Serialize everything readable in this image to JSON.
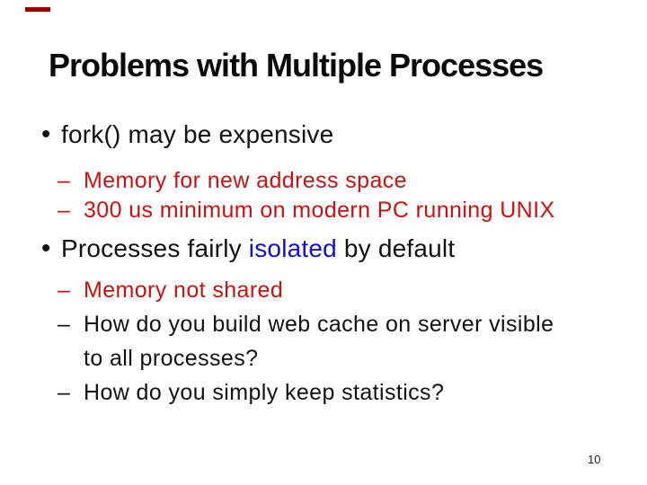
{
  "slide": {
    "title": "Problems with Multiple Processes",
    "page_number": "10",
    "colors": {
      "background": "#ffffff",
      "title": "#0a0a0a",
      "body_text": "#111111",
      "sub_bullet_red": "#cc1111",
      "highlight_blue": "#1111cc",
      "accent_bar": "#990000"
    },
    "bullet1": {
      "glyph": "•",
      "text": "fork() may be expensive",
      "subs": [
        {
          "glyph": "–",
          "text": "Memory for new address space"
        },
        {
          "glyph": "–",
          "text": "300 us minimum on modern PC running UNIX"
        }
      ]
    },
    "bullet2": {
      "glyph": "•",
      "text_before": "Processes fairly ",
      "text_highlight": "isolated",
      "text_after": " by default",
      "sub_lines": [
        {
          "glyph": "–",
          "text": "Memory not shared"
        },
        {
          "glyph": "–",
          "text": "How do you build web cache on server visible"
        },
        {
          "glyph": "",
          "text": "to all processes?"
        },
        {
          "glyph": "–",
          "text": "How do you simply keep statistics?"
        }
      ]
    }
  }
}
